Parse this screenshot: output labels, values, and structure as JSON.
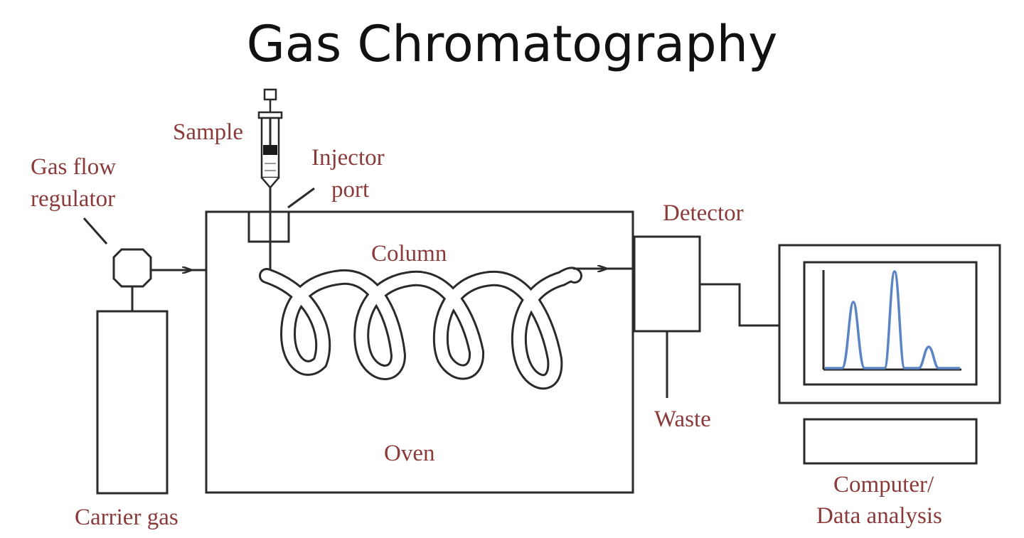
{
  "title": "Gas Chromatography",
  "colors": {
    "label": "#8b3a3a",
    "line": "#2a2a2a",
    "peak": "#5b84c4"
  },
  "labels": {
    "sample": "Sample",
    "injector_line1": "Injector",
    "injector_line2": "port",
    "gas_flow_line1": "Gas flow",
    "gas_flow_line2": "regulator",
    "detector": "Detector",
    "column": "Column",
    "oven": "Oven",
    "waste": "Waste",
    "carrier_gas": "Carrier gas",
    "computer_line1": "Computer/",
    "computer_line2": "Data analysis"
  }
}
